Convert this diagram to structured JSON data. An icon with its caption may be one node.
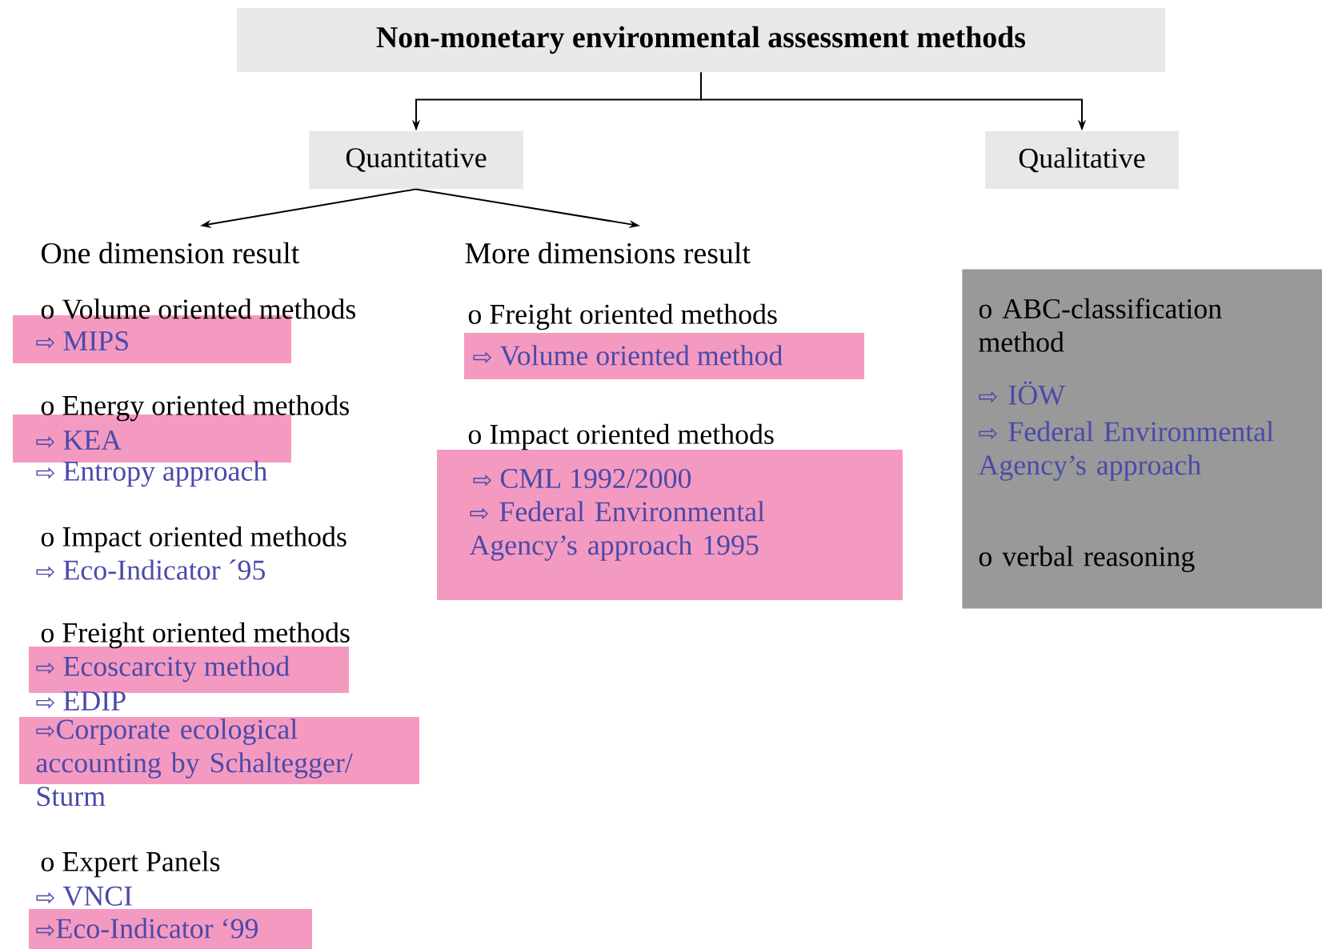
{
  "diagram": {
    "nodes": [
      {
        "text": [
          "Non-monetary environmental assessment methods"
        ]
      },
      {
        "text": [
          "Quantitative"
        ]
      },
      {
        "text": [
          "Qualitative"
        ]
      },
      {
        "text": [
          "One dimension result"
        ]
      },
      {
        "text": [
          "More dimensions result"
        ]
      },
      {
        "text": [
          "o ABC-classification method",
          "⇨ IÖW",
          "⇨ Federal Environmental Agency’s approach",
          "o verbal reasoning"
        ]
      }
    ],
    "edges": [
      {
        "from": 0,
        "to": 1,
        "arrow": "to"
      },
      {
        "from": 0,
        "to": 2,
        "arrow": "to"
      },
      {
        "from": 1,
        "to": 3,
        "arrow": "to"
      },
      {
        "from": 1,
        "to": 4,
        "arrow": "to"
      }
    ],
    "labels": [
      "o Volume oriented methods",
      "⇨ MIPS",
      "o Energy oriented methods",
      "⇨ KEA",
      "⇨ Entropy approach",
      "o Impact oriented methods",
      "⇨ Eco-Indicator ´95",
      "o Freight oriented methods",
      "⇨ Ecoscarcity method",
      "⇨ EDIP",
      "⇨Corporate ecological accounting by Schaltegger/ Sturm",
      "o Expert Panels",
      "⇨ VNCI",
      "⇨Eco-Indicator ‘99",
      "o Freight oriented methods",
      "⇨ Volume oriented method",
      "o Impact oriented methods",
      "⇨ CML 1992/2000",
      "⇨ Federal Environmental Agency’s approach 1995"
    ]
  }
}
